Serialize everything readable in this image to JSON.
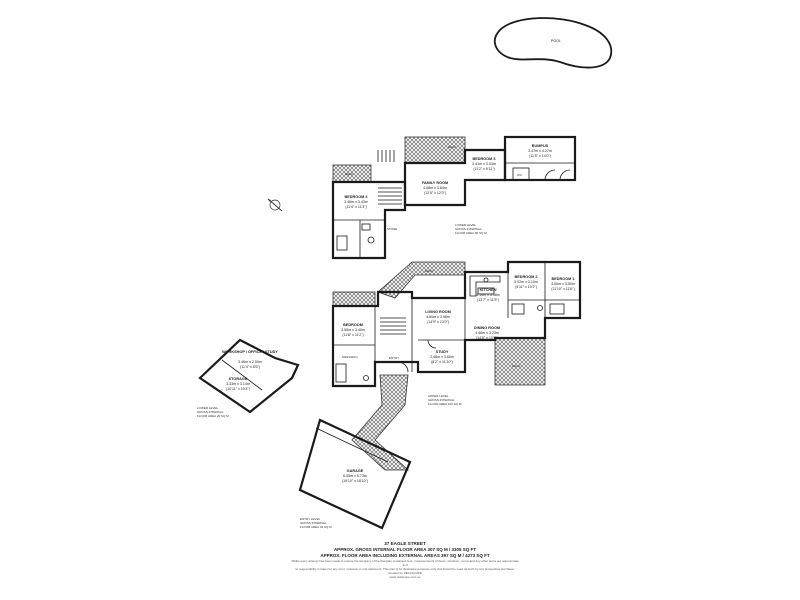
{
  "pool": {
    "label": "POOL"
  },
  "rooms": {
    "rumpus": {
      "name": "RUMPUS",
      "dim_m": "3.47m x 4.27m",
      "dim_ft": "(11'5\" x 14'0\")"
    },
    "bedroom3": {
      "name": "BEDROOM 3",
      "dim_m": "3.41m x 3.03m",
      "dim_ft": "(11'2\" x 9'11\")"
    },
    "family": {
      "name": "FAMILY ROOM",
      "dim_m": "4.08m x 3.64m",
      "dim_ft": "(13'5\" x 12'0\")"
    },
    "bedroom4": {
      "name": "BEDROOM 4",
      "dim_m": "3.46m x 3.43m",
      "dim_ft": "(11'4\" x 11'3\")"
    },
    "store": {
      "name": "STORE"
    },
    "wc": {
      "name": "WC"
    },
    "kitchen": {
      "name": "KITCHEN",
      "dim_m": "4.14m x 3.48m",
      "dim_ft": "(13'7\" x 11'5\")"
    },
    "bedroom2": {
      "name": "BEDROOM 2",
      "dim_m": "3.02m x 3.10m",
      "dim_ft": "(9'11\" x 10'2\")"
    },
    "bedroom1": {
      "name": "BEDROOM 1",
      "dim_m": "3.60m x 3.50m",
      "dim_ft": "(11'10\" x 11'6\")"
    },
    "living": {
      "name": "LIVING ROOM",
      "dim_m": "4.50m x 3.96m",
      "dim_ft": "(14'9\" x 13'0\")"
    },
    "dining": {
      "name": "DINING ROOM",
      "dim_m": "4.46m x 3.23m",
      "dim_ft": "(14'8\" x 10'7\")"
    },
    "bedroom": {
      "name": "BEDROOM",
      "dim_m": "3.55m x 3.40m",
      "dim_ft": "(11'8\" x 11'2\")"
    },
    "dressing": {
      "name": "DRESSING"
    },
    "entry": {
      "name": "ENTRY"
    },
    "study": {
      "name": "STUDY",
      "dim_m": "2.48m x 3.60m",
      "dim_ft": "(8'2\" x 11'10\")"
    },
    "workshop": {
      "name": "WORKSHOP / OFFICE / STUDY",
      "dim_m": "3.46m x 2.59m",
      "dim_ft": "(11'4\" x 8'6\")"
    },
    "storage": {
      "name": "STORAGE",
      "dim_m": "3.33m x 3.14m",
      "dim_ft": "(10'11\" x 10'4\")"
    },
    "garage": {
      "name": "GARAGE",
      "dim_m": "6.05m x 5.73m",
      "dim_ft": "(19'10\" x 18'10\")"
    }
  },
  "deck_labels": [
    "DECK",
    "DECK",
    "DECK",
    "DECK"
  ],
  "levels": {
    "lower": {
      "line1": "LOWER LEVEL",
      "line2": "GROSS INTERNAL",
      "line3": "FLOOR AREA 90 SQ M"
    },
    "lower_small": {
      "line1": "LOWER LEVEL",
      "line2": "GROSS INTERNAL",
      "line3": "FLOOR AREA 20 SQ M"
    },
    "upper": {
      "line1": "UPPER LEVEL",
      "line2": "GROSS INTERNAL",
      "line3": "FLOOR AREA 163 SQ M"
    },
    "entry_level": {
      "line1": "ENTRY LEVEL",
      "line2": "GROSS INTERNAL",
      "line3": "FLOOR AREA 34 SQ M"
    }
  },
  "footer": {
    "address": "37 EAGLE STREET",
    "area_internal": "APPROX. GROSS INTERNAL FLOOR AREA 307 SQ M / 3305 SQ FT",
    "area_external": "APPROX. FLOOR AREA INCLUDING EXTERNAL AREAS 397 SQ M / 4273 SQ FT",
    "disclaimer1": "Whilst every attempt has been made to ensure the accuracy of the floorplan contained here, measurements of doors, windows, rooms and any other items are approximate and",
    "disclaimer2": "no responsibility is taken for any error, omission or mis-statement. This plan is for illustrative purposes only and should be used as such by any prospective purchaser.",
    "credit": "Created by REALSCOPE",
    "website": "www.realscope.com.au"
  },
  "colors": {
    "wall": "#1a1a1a",
    "deck": "#7a7a7a",
    "pool_fill": "#ffffff"
  }
}
